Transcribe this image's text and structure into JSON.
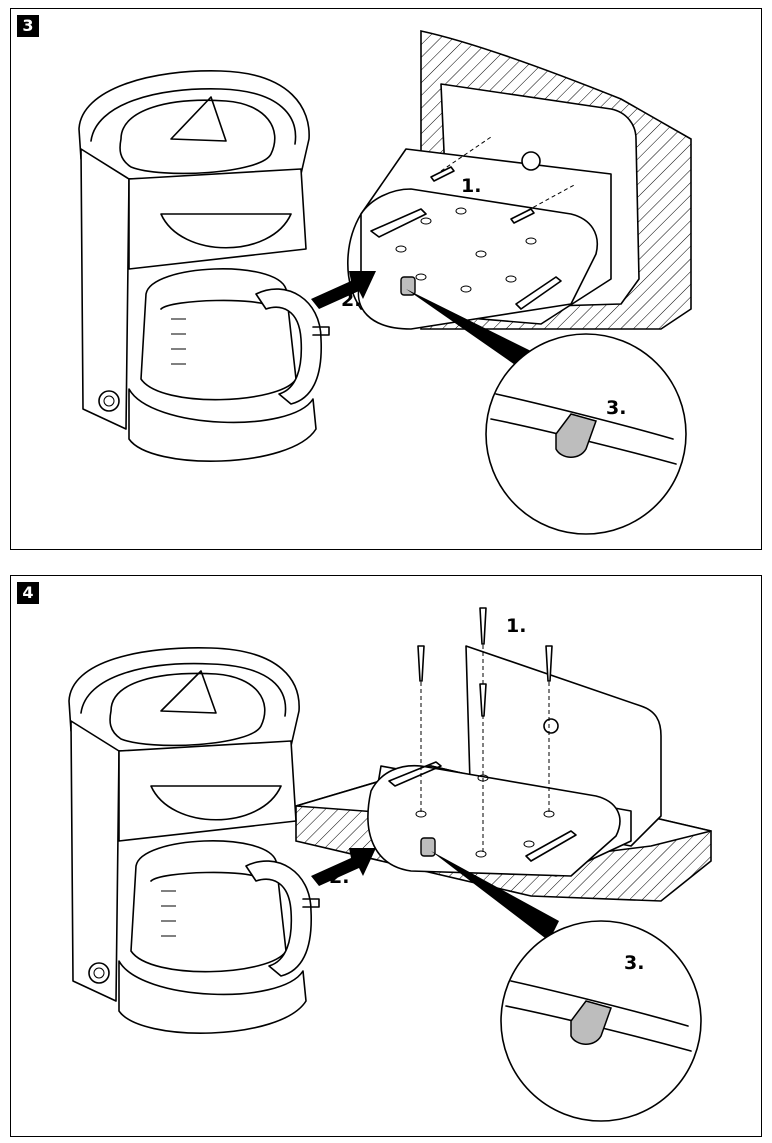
{
  "panels": [
    {
      "number": "3",
      "steps": {
        "step1": "1.",
        "step2": "2.",
        "step3": "3."
      }
    },
    {
      "number": "4",
      "steps": {
        "step1": "1.",
        "step2": "2.",
        "step3": "3."
      }
    }
  ],
  "colors": {
    "line": "#000000",
    "background": "#ffffff",
    "part": "#bdbdbd"
  },
  "icons": [
    "coffee-maker",
    "wall-bracket",
    "arrow-right",
    "screw",
    "detail-magnifier"
  ]
}
